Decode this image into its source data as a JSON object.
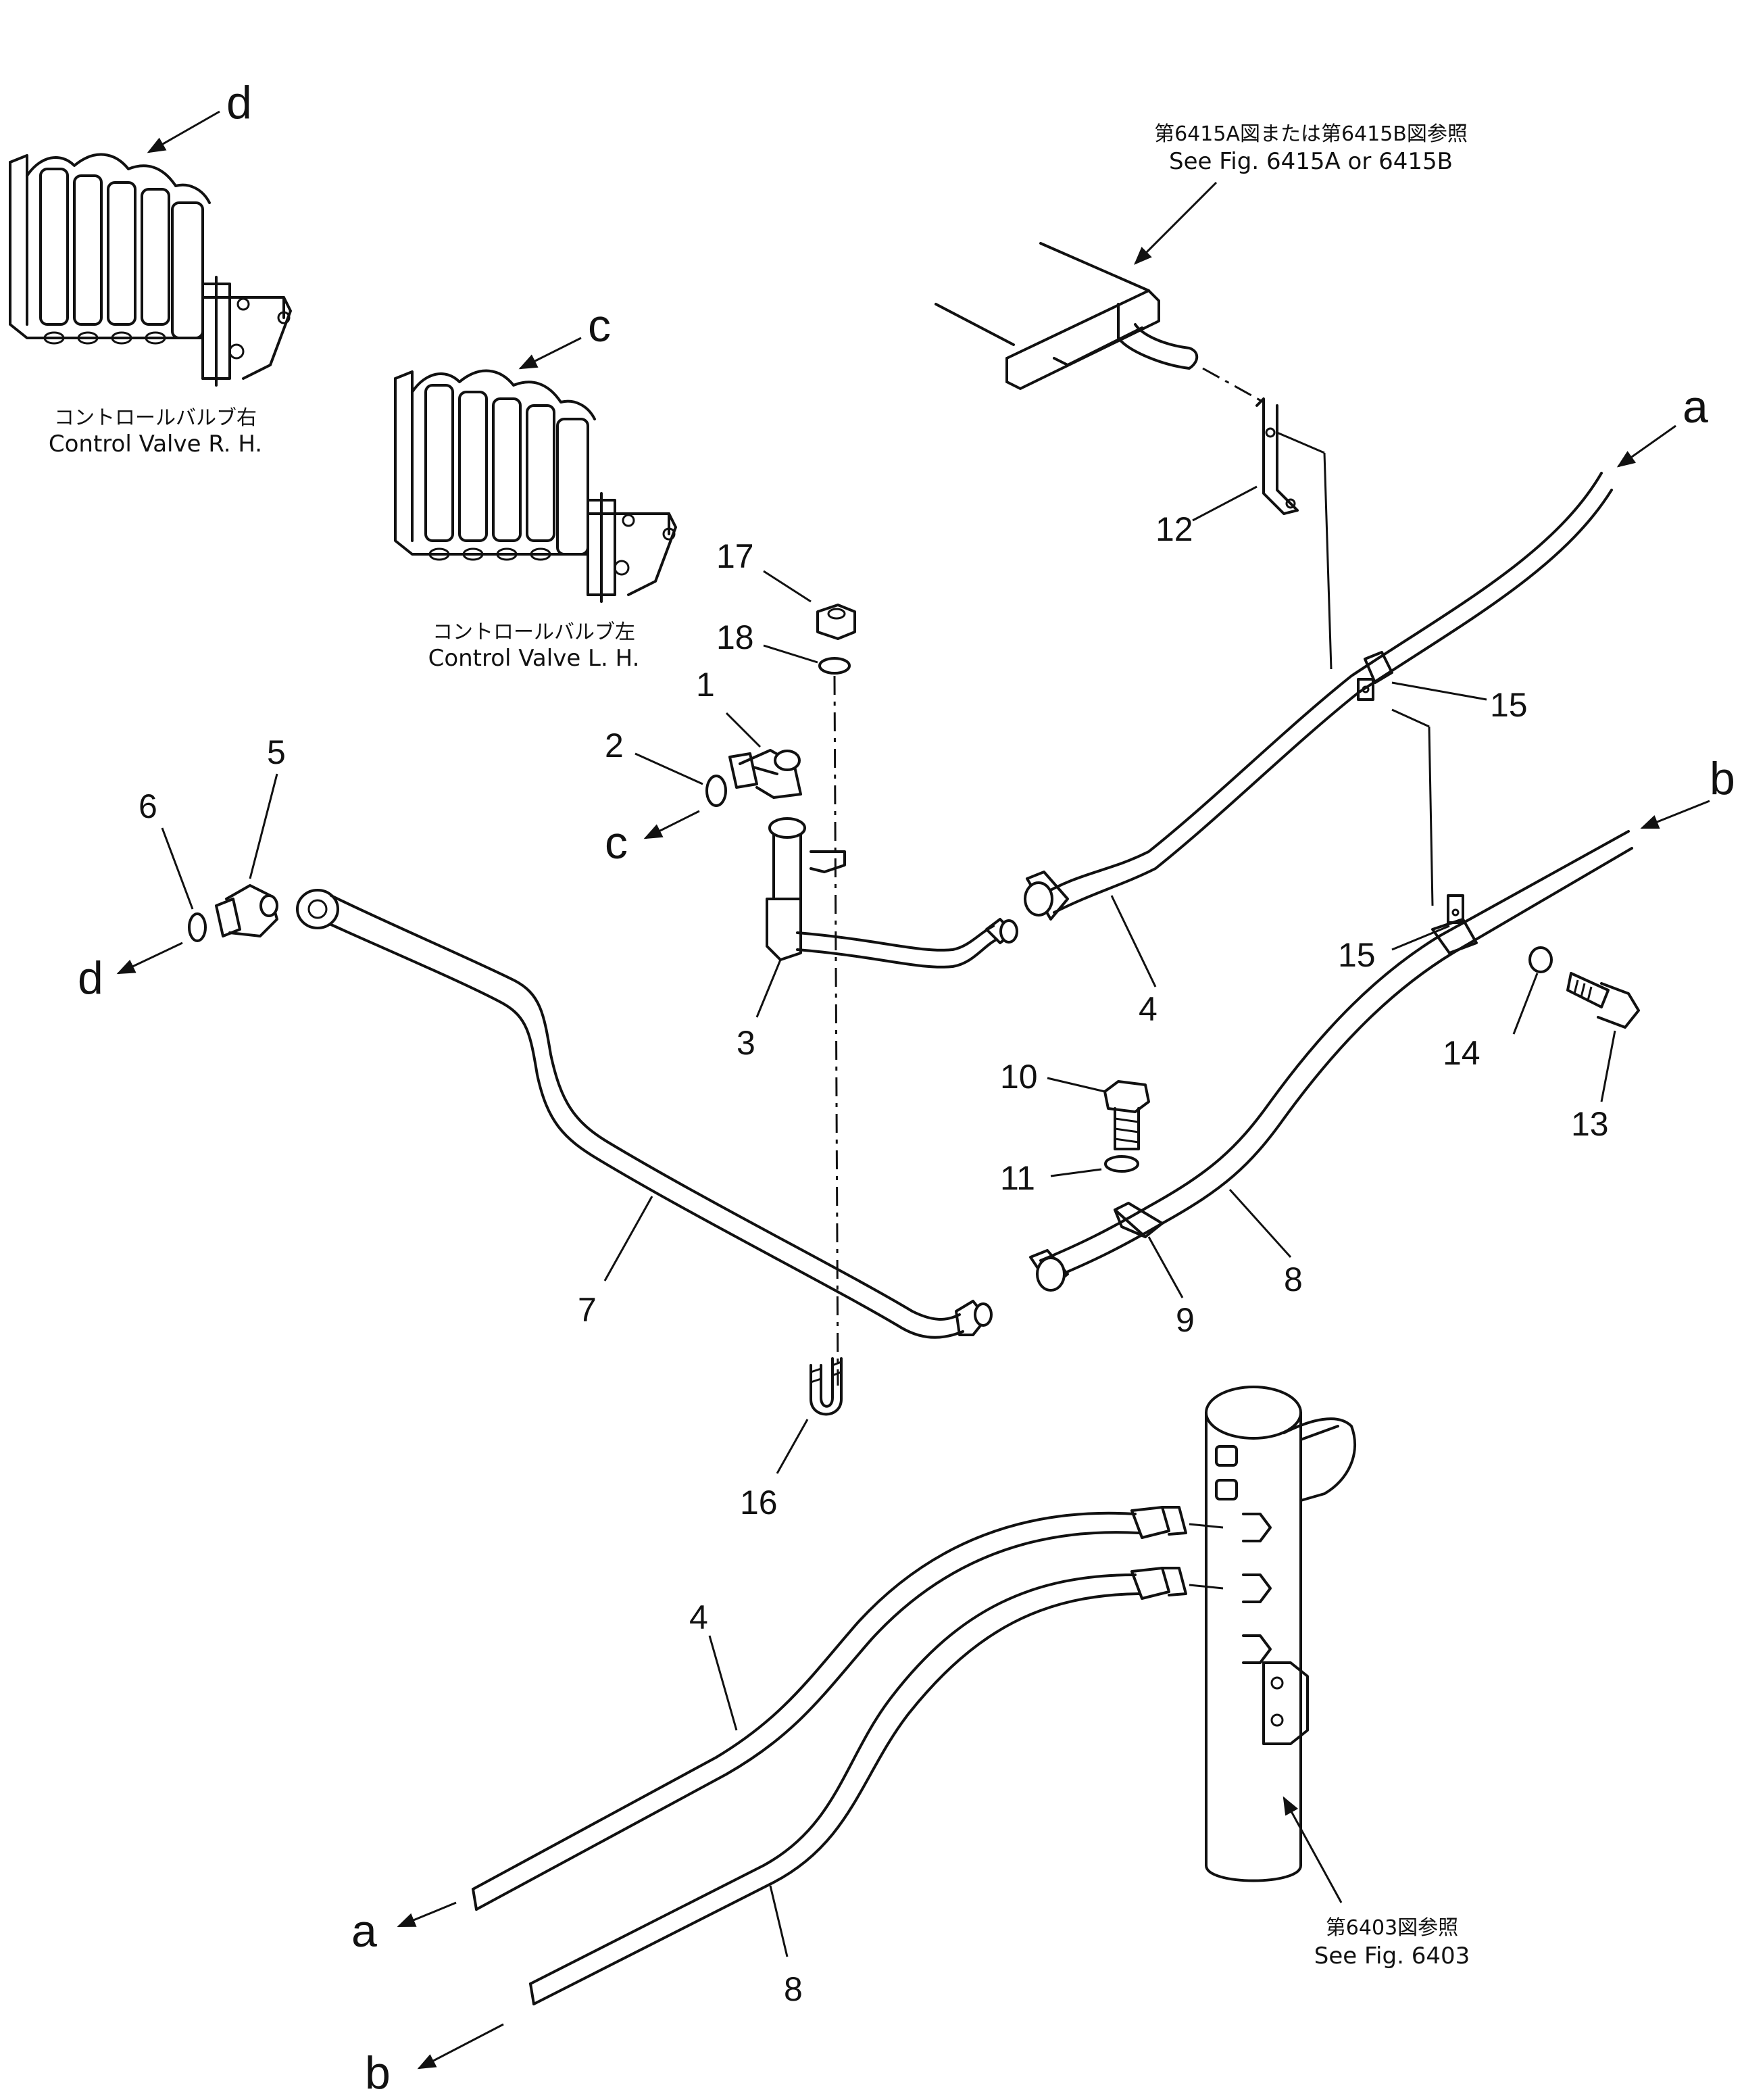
{
  "references": {
    "fig6415_jp": "第6415A図または第6415B図参照",
    "fig6415_en": "See Fig. 6415A or 6415B",
    "fig6403_jp": "第6403図参照",
    "fig6403_en": "See Fig. 6403"
  },
  "valves": {
    "rh_jp": "コントロールバルブ右",
    "rh_en": "Control Valve R. H.",
    "lh_jp": "コントロールバルブ左",
    "lh_en": "Control Valve L. H."
  },
  "connection_letters": {
    "d_top": "d",
    "c_top": "c",
    "a_right": "a",
    "b_right": "b",
    "c_left": "c",
    "d_left": "d",
    "a_bottom": "a",
    "b_bottom": "b"
  },
  "part_numbers": {
    "p1": "1",
    "p2": "2",
    "p3": "3",
    "p4": "4",
    "p4b": "4",
    "p5": "5",
    "p6": "6",
    "p7": "7",
    "p8": "8",
    "p8b": "8",
    "p9": "9",
    "p10": "10",
    "p11": "11",
    "p12": "12",
    "p13": "13",
    "p14": "14",
    "p15a": "15",
    "p15b": "15",
    "p16": "16",
    "p17": "17",
    "p18": "18"
  }
}
